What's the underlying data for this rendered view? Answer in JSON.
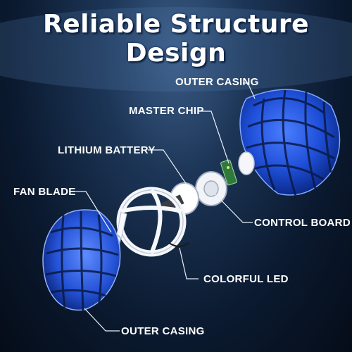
{
  "title": "Reliable Structure Design",
  "labels": {
    "outer_casing_top": "OUTER CASING",
    "master_chip": "MASTER CHIP",
    "lithium_battery": "LITHIUM BATTERY",
    "fan_blade": "FAN BLADE",
    "control_board": "CONTROL BOARD",
    "colorful_led": "COLORFUL LED",
    "outer_casing_bottom": "OUTER CASING"
  },
  "colors": {
    "casing_blue": "#1f4fd8",
    "label_text": "#ffffff",
    "leader_line": "#e8eef8"
  }
}
